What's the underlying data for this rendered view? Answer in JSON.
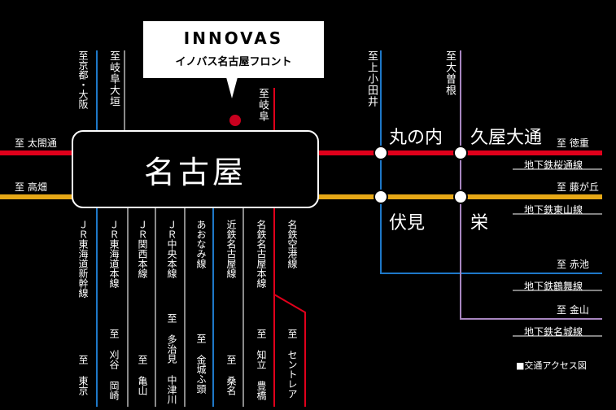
{
  "callout": {
    "brand": "INNOVAS",
    "subtitle": "イノバス名古屋フロント"
  },
  "main_station": "名古屋",
  "stations": {
    "marunouchi": "丸の内",
    "hisaya_odori": "久屋大通",
    "fushimi": "伏見",
    "sakae": "栄"
  },
  "directions": {
    "taiko_dori": "至 太閤通",
    "takabata": "至 高畑",
    "tokushige": "至 徳重",
    "fujigaoka": "至 藤が丘",
    "akaike": "至 赤池",
    "kanayama": "至 金山",
    "kyoto_osaka": "至京都・大阪",
    "gifu_ogaki": "至岐阜大垣",
    "gifu": "至岐阜",
    "kami_otai": "至上小田井",
    "ozone": "至大曽根",
    "tokyo": "至 東京",
    "kariya_okazaki": "至 刈谷 岡崎",
    "kameyama": "至 亀山",
    "tajimi_nakatsugawa": "至 多治見 中津川",
    "kinjofuto": "至 金城ふ頭",
    "kuwana": "至 桑名",
    "chiryu_toyohashi": "至 知立 豊橋",
    "centrair": "至 セントレア"
  },
  "lines": {
    "sakura_dori": "地下鉄桜通線",
    "higashiyama": "地下鉄東山線",
    "tsurumai": "地下鉄鶴舞線",
    "meijo": "地下鉄名城線",
    "jr_shinkansen": "ＪＲ東海道新幹線",
    "jr_tokaido": "ＪＲ東海道本線",
    "jr_kansai": "ＪＲ関西本線",
    "jr_chuo": "ＪＲ中央本線",
    "aonami": "あおなみ線",
    "kintetsu": "近鉄名古屋線",
    "meitetsu_main": "名鉄名古屋本線",
    "meitetsu_airport": "名鉄空港線"
  },
  "legend": "■交通アクセス図",
  "colors": {
    "red_line": "#e0001b",
    "yellow_line": "#e6a817",
    "blue_line": "#1e78c8",
    "purple_line": "#a886c0",
    "gray_line": "#8a8a8a",
    "marker": "#c8001e"
  }
}
